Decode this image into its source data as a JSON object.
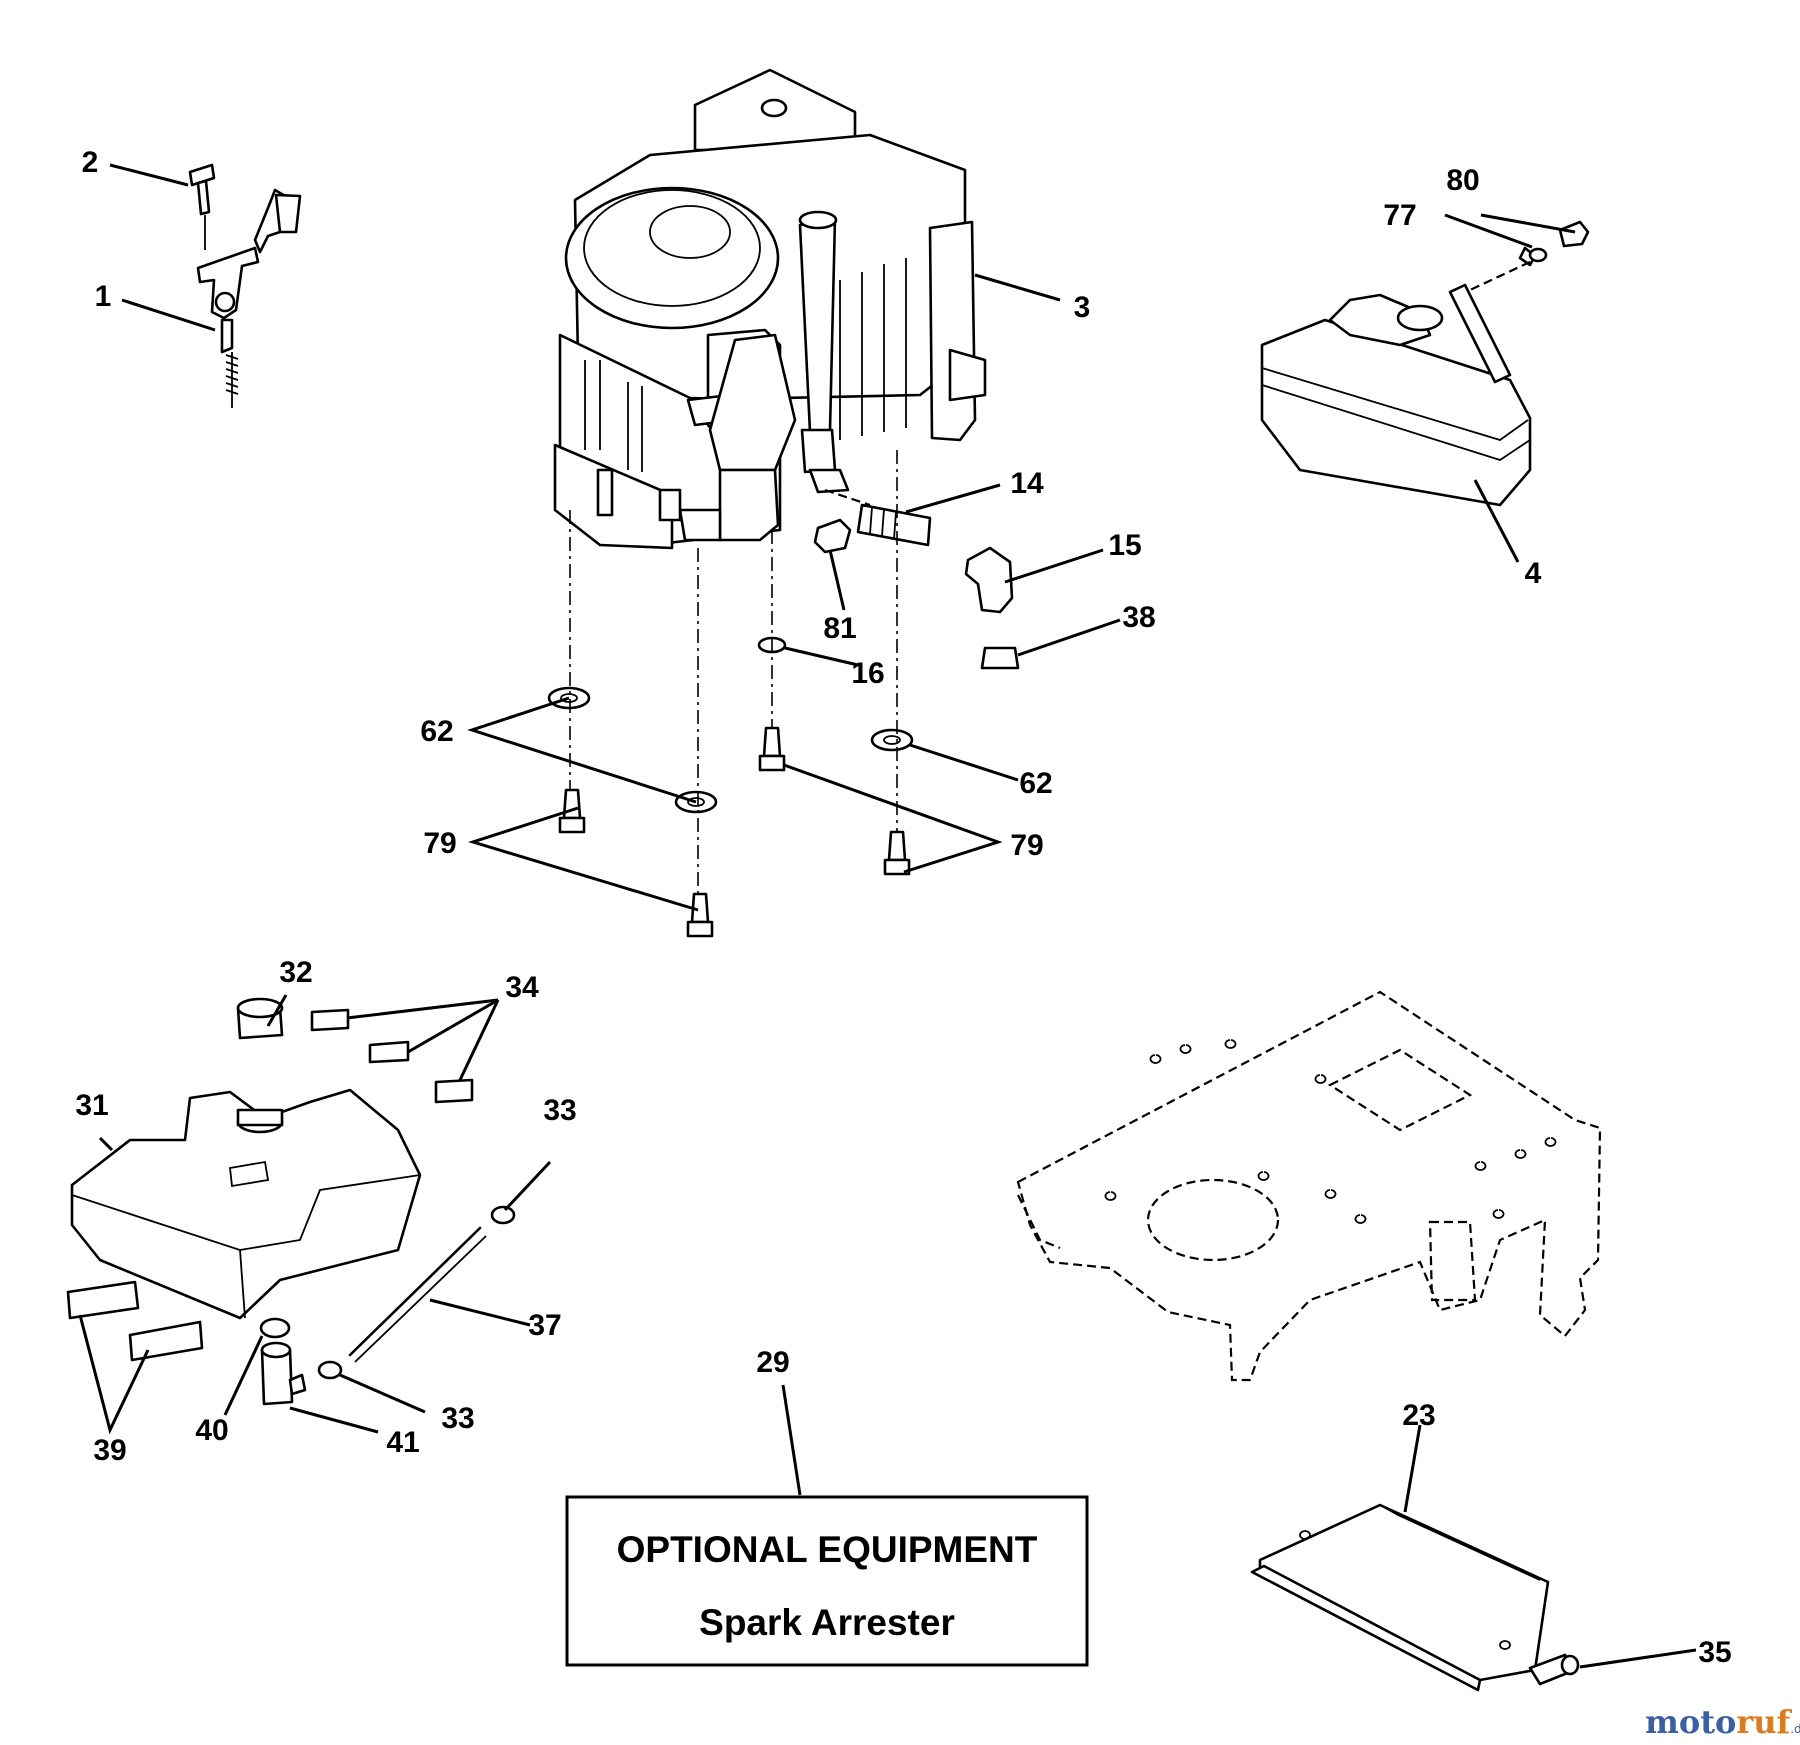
{
  "callouts": {
    "c1": "1",
    "c2": "2",
    "c3": "3",
    "c4": "4",
    "c14": "14",
    "c15": "15",
    "c16": "16",
    "c23": "23",
    "c29": "29",
    "c31": "31",
    "c32": "32",
    "c33a": "33",
    "c33b": "33",
    "c34": "34",
    "c35": "35",
    "c37": "37",
    "c38": "38",
    "c39": "39",
    "c40": "40",
    "c41": "41",
    "c62a": "62",
    "c62b": "62",
    "c77": "77",
    "c79a": "79",
    "c79b": "79",
    "c80": "80",
    "c81": "81"
  },
  "optional_box": {
    "title": "OPTIONAL EQUIPMENT",
    "subtitle": "Spark Arrester"
  },
  "watermark": {
    "part1": "moto",
    "part2": "ruf",
    "suffix": ".de"
  },
  "colors": {
    "watermark_blue": "#3b5fa7",
    "watermark_orange": "#e07a1f"
  }
}
